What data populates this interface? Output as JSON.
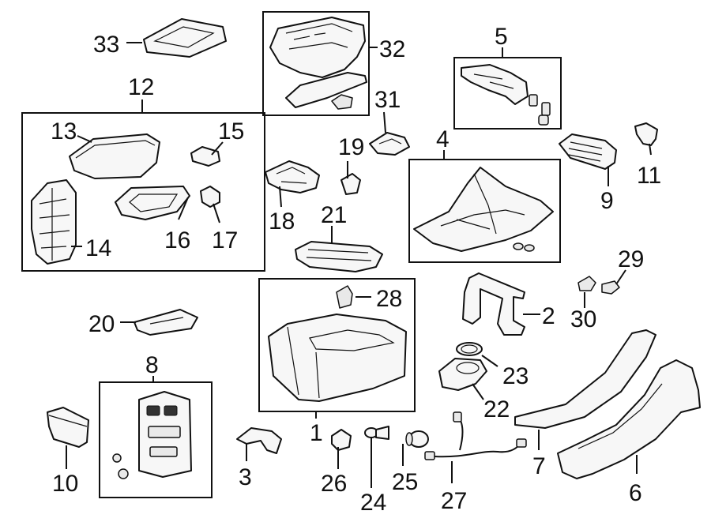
{
  "diagram": {
    "labels": {
      "c1": "1",
      "c2": "2",
      "c3": "3",
      "c4": "4",
      "c5": "5",
      "c6": "6",
      "c7": "7",
      "c8": "8",
      "c9": "9",
      "c10": "10",
      "c11": "11",
      "c12": "12",
      "c13": "13",
      "c14": "14",
      "c15": "15",
      "c16": "16",
      "c17": "17",
      "c18": "18",
      "c19": "19",
      "c20": "20",
      "c21": "21",
      "c22": "22",
      "c23": "23",
      "c24": "24",
      "c25": "25",
      "c26": "26",
      "c27": "27",
      "c28": "28",
      "c29": "29",
      "c30": "30",
      "c31": "31",
      "c32": "32",
      "c33": "33"
    }
  }
}
